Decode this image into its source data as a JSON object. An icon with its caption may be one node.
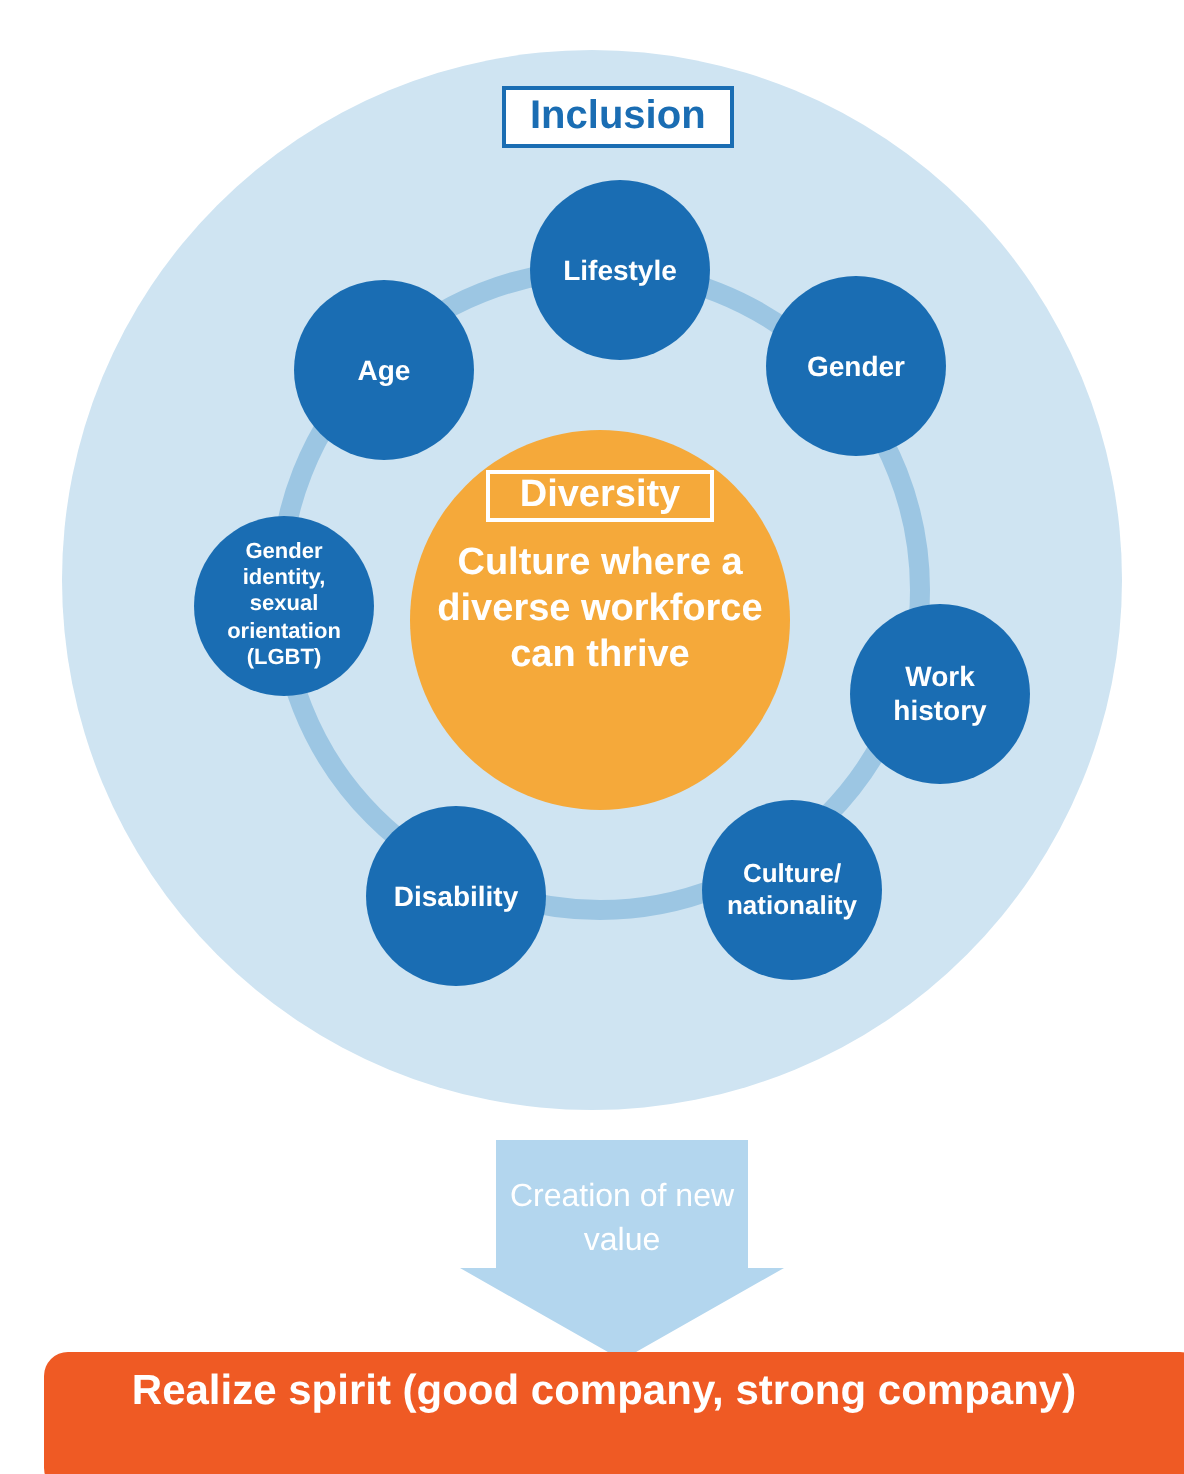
{
  "diagram": {
    "nodes": [
      {
        "text": [
          "Inclusion"
        ]
      },
      {
        "text": [
          "Lifestyle"
        ],
        "in": 0
      },
      {
        "text": [
          "Gender"
        ],
        "in": 0
      },
      {
        "text": [
          "Work history"
        ],
        "in": 0
      },
      {
        "text": [
          "Culture/ nationality"
        ],
        "in": 0
      },
      {
        "text": [
          "Disability"
        ],
        "in": 0
      },
      {
        "text": [
          "Gender identity, sexual orientation (LGBT)"
        ],
        "in": 0
      },
      {
        "text": [
          "Age"
        ],
        "in": 0
      },
      {
        "text": [
          "Diversity",
          "Culture where a diverse workforce can thrive"
        ],
        "in": 0
      },
      {
        "text": [
          "Creation of new value"
        ]
      },
      {
        "text": [
          "Realize spirit (good company, strong company)"
        ]
      }
    ]
  }
}
